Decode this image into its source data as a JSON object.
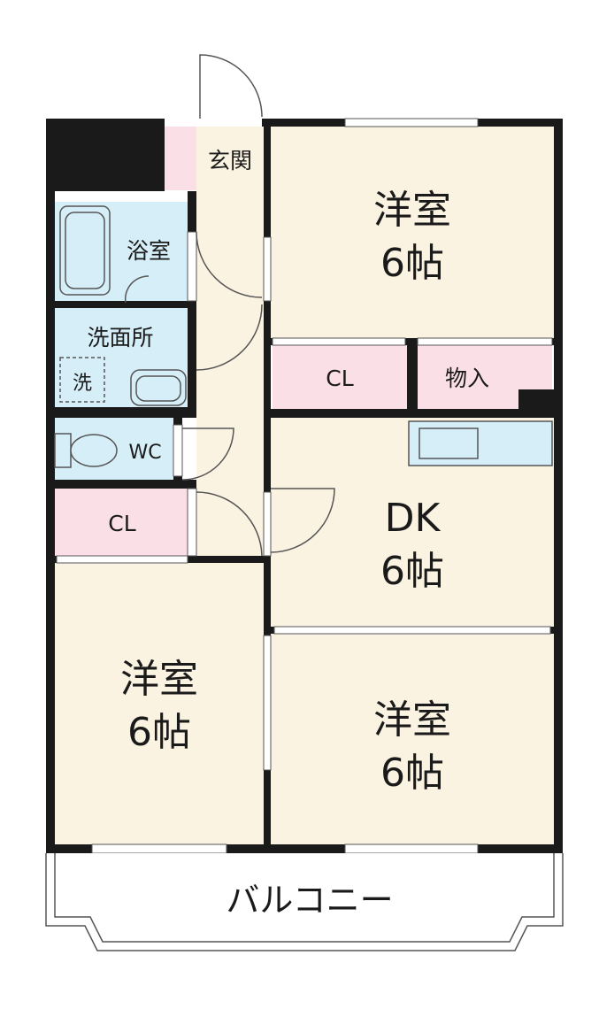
{
  "rooms": {
    "entrance": "玄関",
    "bath": "浴室",
    "washroom": "洗面所",
    "washer": "洗",
    "wc": "WC",
    "cl_left": "CL",
    "cl_center": "CL",
    "storage": "物入",
    "western_top": {
      "name": "洋室",
      "size": "6帖"
    },
    "dk": {
      "name": "DK",
      "size": "6帖"
    },
    "western_left": {
      "name": "洋室",
      "size": "6帖"
    },
    "western_right": {
      "name": "洋室",
      "size": "6帖"
    },
    "balcony": "バルコニー"
  },
  "colors": {
    "room_fill": "#fbf3e1",
    "closet_fill": "#fbdfe6",
    "water_fill": "#d6eef8",
    "wall": "#1a1a1a"
  }
}
